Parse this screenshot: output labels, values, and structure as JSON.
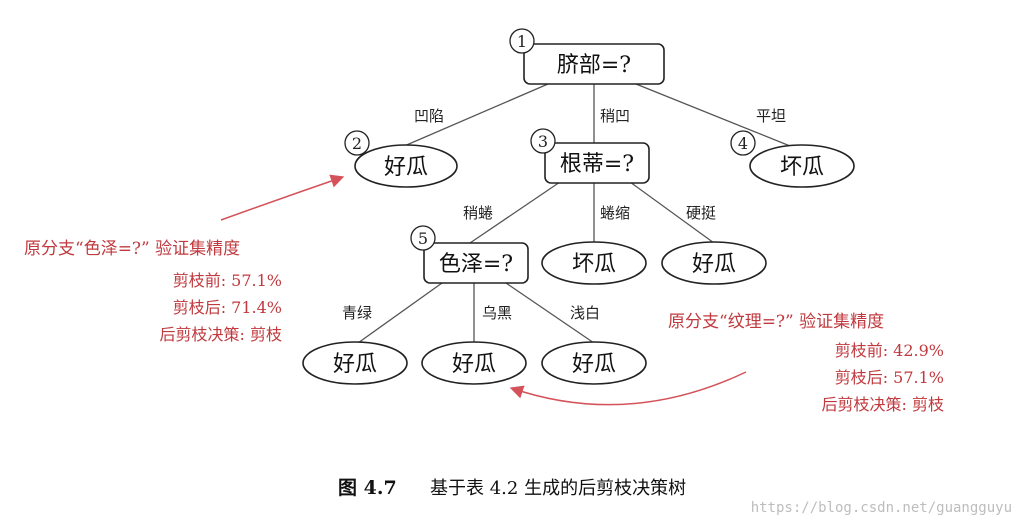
{
  "tree": {
    "nodes": [
      {
        "id": "n1",
        "number": "1",
        "label": "脐部=?",
        "kind": "decision"
      },
      {
        "id": "n2",
        "number": "2",
        "label": "好瓜",
        "kind": "leaf"
      },
      {
        "id": "n3",
        "number": "3",
        "label": "根蒂=?",
        "kind": "decision"
      },
      {
        "id": "n4",
        "number": "4",
        "label": "坏瓜",
        "kind": "leaf"
      },
      {
        "id": "n5",
        "number": "5",
        "label": "色泽=?",
        "kind": "decision"
      },
      {
        "id": "n6",
        "number": "",
        "label": "坏瓜",
        "kind": "leaf"
      },
      {
        "id": "n7",
        "number": "",
        "label": "好瓜",
        "kind": "leaf"
      },
      {
        "id": "n8",
        "number": "",
        "label": "好瓜",
        "kind": "leaf"
      },
      {
        "id": "n9",
        "number": "",
        "label": "好瓜",
        "kind": "leaf"
      },
      {
        "id": "n10",
        "number": "",
        "label": "好瓜",
        "kind": "leaf"
      }
    ],
    "edges": [
      {
        "from": "n1",
        "to": "n2",
        "label": "凹陷"
      },
      {
        "from": "n1",
        "to": "n3",
        "label": "稍凹"
      },
      {
        "from": "n1",
        "to": "n4",
        "label": "平坦"
      },
      {
        "from": "n3",
        "to": "n5",
        "label": "稍蜷"
      },
      {
        "from": "n3",
        "to": "n6",
        "label": "蜷缩"
      },
      {
        "from": "n3",
        "to": "n7",
        "label": "硬挺"
      },
      {
        "from": "n5",
        "to": "n8",
        "label": "青绿"
      },
      {
        "from": "n5",
        "to": "n9",
        "label": "乌黑"
      },
      {
        "from": "n5",
        "to": "n10",
        "label": "浅白"
      }
    ]
  },
  "notes": {
    "left": {
      "title": "原分支“色泽=?” 验证集精度",
      "before": "剪枝前: 57.1%",
      "after": "剪枝后: 71.4%",
      "decision": "后剪枝决策: 剪枝"
    },
    "right": {
      "title": "原分支“纹理=?” 验证集精度",
      "before": "剪枝前: 42.9%",
      "after": "剪枝后: 57.1%",
      "decision": "后剪枝决策: 剪枝"
    }
  },
  "caption": {
    "label": "图 4.7",
    "text": "基于表 4.2 生成的后剪枝决策树"
  },
  "watermark": "https://blog.csdn.net/guangguyu",
  "colors": {
    "annotation": "#c0393e",
    "arrow": "#d4525a",
    "ink": "#222222"
  }
}
